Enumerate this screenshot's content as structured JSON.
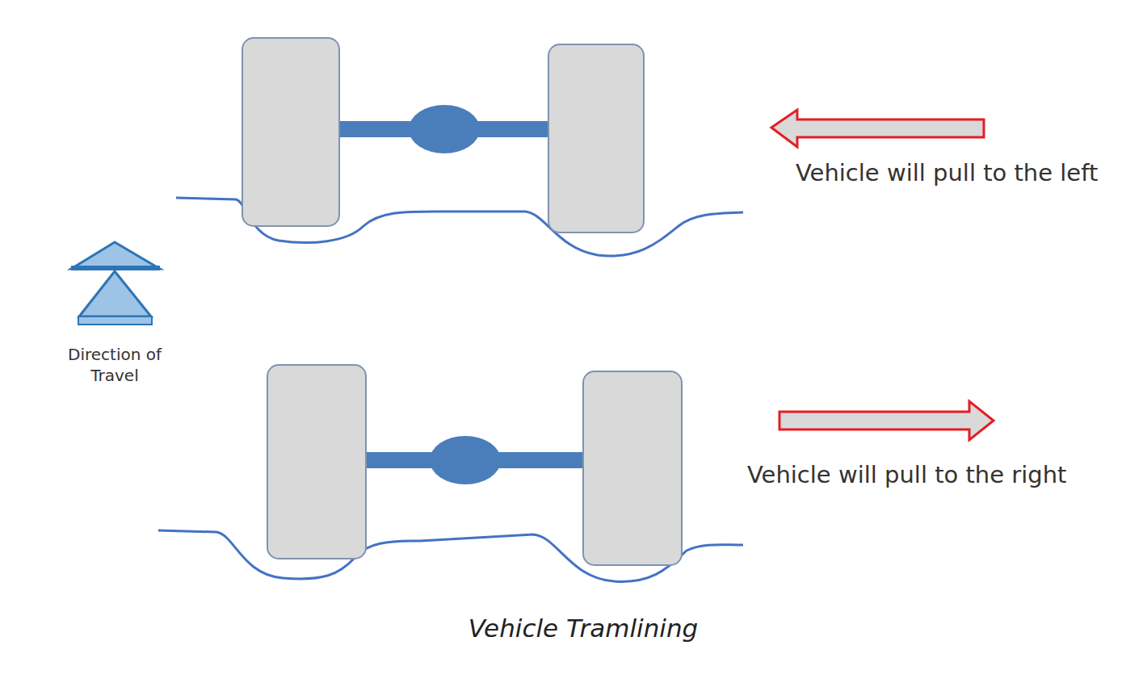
{
  "diagram": {
    "caption": "Vehicle Tramlining",
    "labels": [
      "Vehicle will pull to the left",
      "Vehicle will pull to the right",
      "Direction of Travel"
    ]
  }
}
